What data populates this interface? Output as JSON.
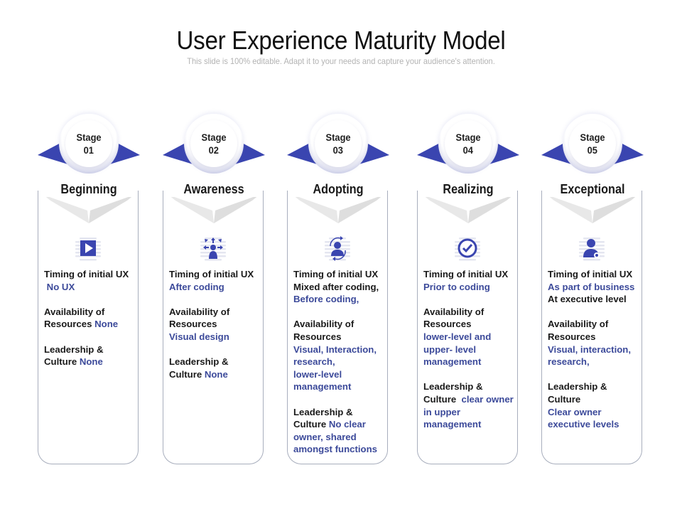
{
  "header": {
    "title": "User Experience Maturity Model",
    "subtitle": "This slide is 100% editable. Adapt it to your needs and capture your audience's attention."
  },
  "colors": {
    "accent": "#3a45b0",
    "highlight_text": "#3c4a9a",
    "card_border": "#a8aebd",
    "chevron_gray": "#e6e6e6"
  },
  "stages": [
    {
      "stage_label": "Stage",
      "stage_number": "01",
      "name": "Beginning",
      "icon": "play-icon",
      "blocks": [
        [
          {
            "t": "Timing of initial UX",
            "hl": false
          },
          {
            "t": "\n No UX",
            "hl": true
          }
        ],
        [
          {
            "t": "Availability of\nResources ",
            "hl": false
          },
          {
            "t": "None",
            "hl": true
          }
        ],
        [
          {
            "t": "Leadership &\nCulture ",
            "hl": false
          },
          {
            "t": "None",
            "hl": true
          }
        ]
      ]
    },
    {
      "stage_label": "Stage",
      "stage_number": "02",
      "name": "Awareness",
      "icon": "user-expand-arrows-icon",
      "blocks": [
        [
          {
            "t": "Timing of initial UX",
            "hl": false
          },
          {
            "t": "\nAfter coding",
            "hl": true
          }
        ],
        [
          {
            "t": "Availability of\nResources",
            "hl": false
          },
          {
            "t": "\nVisual design",
            "hl": true
          }
        ],
        [
          {
            "t": "Leadership &\nCulture ",
            "hl": false
          },
          {
            "t": "None",
            "hl": true
          }
        ]
      ]
    },
    {
      "stage_label": "Stage",
      "stage_number": "03",
      "name": "Adopting",
      "icon": "user-cycle-icon",
      "blocks": [
        [
          {
            "t": "Timing of initial UX\nMixed after coding,",
            "hl": false
          },
          {
            "t": "\nBefore coding,",
            "hl": true
          }
        ],
        [
          {
            "t": "Availability of\nResources",
            "hl": false
          },
          {
            "t": "\nVisual, Interaction,\nresearch,\nlower-level\nmanagement",
            "hl": true
          }
        ],
        [
          {
            "t": "Leadership &\nCulture ",
            "hl": false
          },
          {
            "t": "No clear\nowner, shared\namongst functions",
            "hl": true
          }
        ]
      ]
    },
    {
      "stage_label": "Stage",
      "stage_number": "04",
      "name": "Realizing",
      "icon": "check-circle-icon",
      "blocks": [
        [
          {
            "t": "Timing of initial UX",
            "hl": false
          },
          {
            "t": "\nPrior to coding",
            "hl": true
          }
        ],
        [
          {
            "t": "Availability of\nResources",
            "hl": false
          },
          {
            "t": "\nlower-level and\nupper- level\nmanagement",
            "hl": true
          }
        ],
        [
          {
            "t": "Leadership &\nCulture ",
            "hl": false
          },
          {
            "t": " clear owner\nin upper\nmanagement",
            "hl": true
          }
        ]
      ]
    },
    {
      "stage_label": "Stage",
      "stage_number": "05",
      "name": "Exceptional",
      "icon": "user-settings-icon",
      "blocks": [
        [
          {
            "t": "Timing of initial UX",
            "hl": false
          },
          {
            "t": "\nAs part of business",
            "hl": true
          },
          {
            "t": "\nAt executive level",
            "hl": false
          }
        ],
        [
          {
            "t": "Availability of\nResources",
            "hl": false
          },
          {
            "t": "\nVisual, interaction,\nresearch,",
            "hl": true
          }
        ],
        [
          {
            "t": "Leadership &\nCulture",
            "hl": false
          },
          {
            "t": "\nClear owner\nexecutive levels",
            "hl": true
          }
        ]
      ]
    }
  ]
}
